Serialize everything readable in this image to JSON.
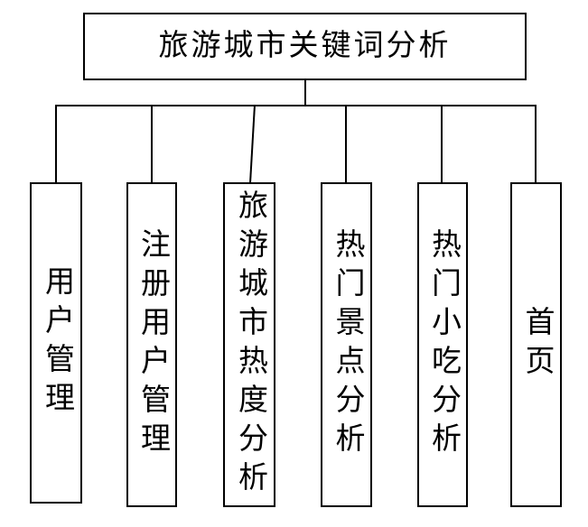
{
  "diagram": {
    "type": "hierarchy",
    "root": {
      "label": "旅游城市关键词分析"
    },
    "children": [
      {
        "label": "用户管理"
      },
      {
        "label": "注册用户管理"
      },
      {
        "label": "旅游城市热度分析"
      },
      {
        "label": "热门景点分析"
      },
      {
        "label": "热门小吃分析"
      },
      {
        "label": "首页"
      }
    ],
    "colors": {
      "line": "#000000",
      "text": "#000000",
      "background": "#ffffff"
    }
  }
}
